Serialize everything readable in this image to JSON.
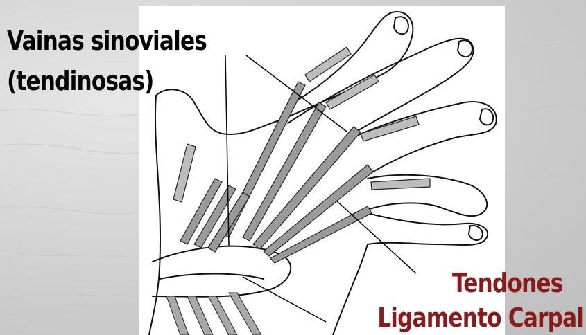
{
  "labels": {
    "vainas_line1": "Vainas sinoviales",
    "vainas_line2": "(tendinosas)",
    "tendones": "Tendones",
    "ligamento": "Ligamento Carpal"
  },
  "colors": {
    "label_primary": "#000000",
    "label_accent": "#8b1a1a",
    "background": "#d9d9d9"
  },
  "illustration": {
    "subject": "hand-anatomy-drawing"
  }
}
